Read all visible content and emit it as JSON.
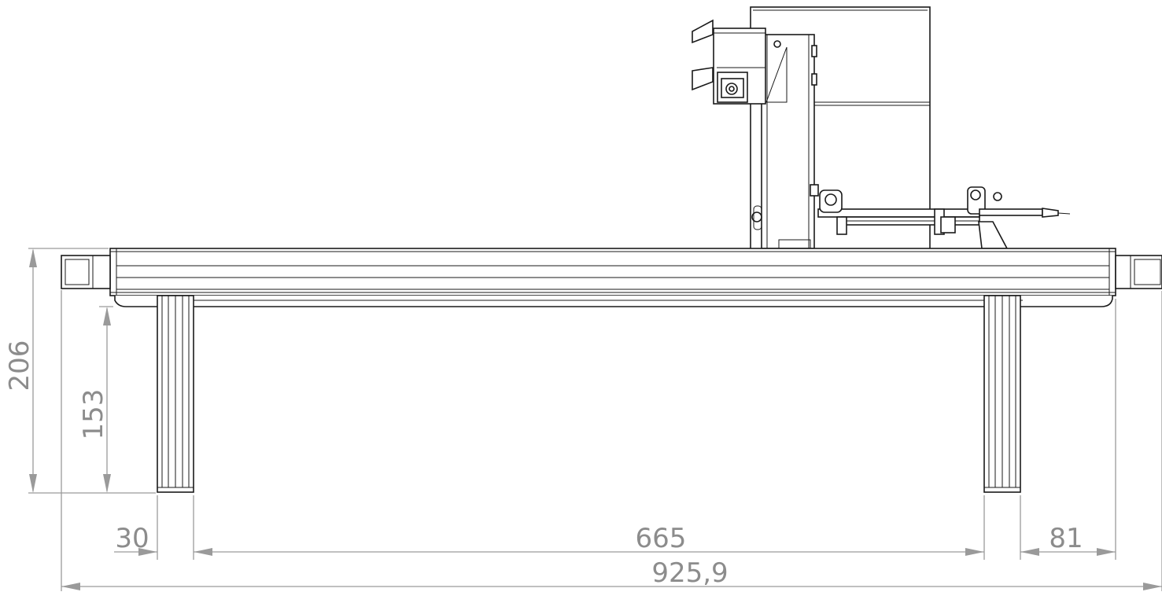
{
  "drawing": {
    "title": "",
    "view": "front elevation"
  },
  "dimensions": {
    "overall_height": "206",
    "leg_height": "153",
    "left_offset": "30",
    "leg_spacing": "665",
    "right_offset": "81",
    "overall_width": "925,9"
  },
  "colors": {
    "line": "#1a1a1a",
    "dimension": "#9a9a9a",
    "dimension_text": "#8c8c8c",
    "background": "#ffffff"
  }
}
